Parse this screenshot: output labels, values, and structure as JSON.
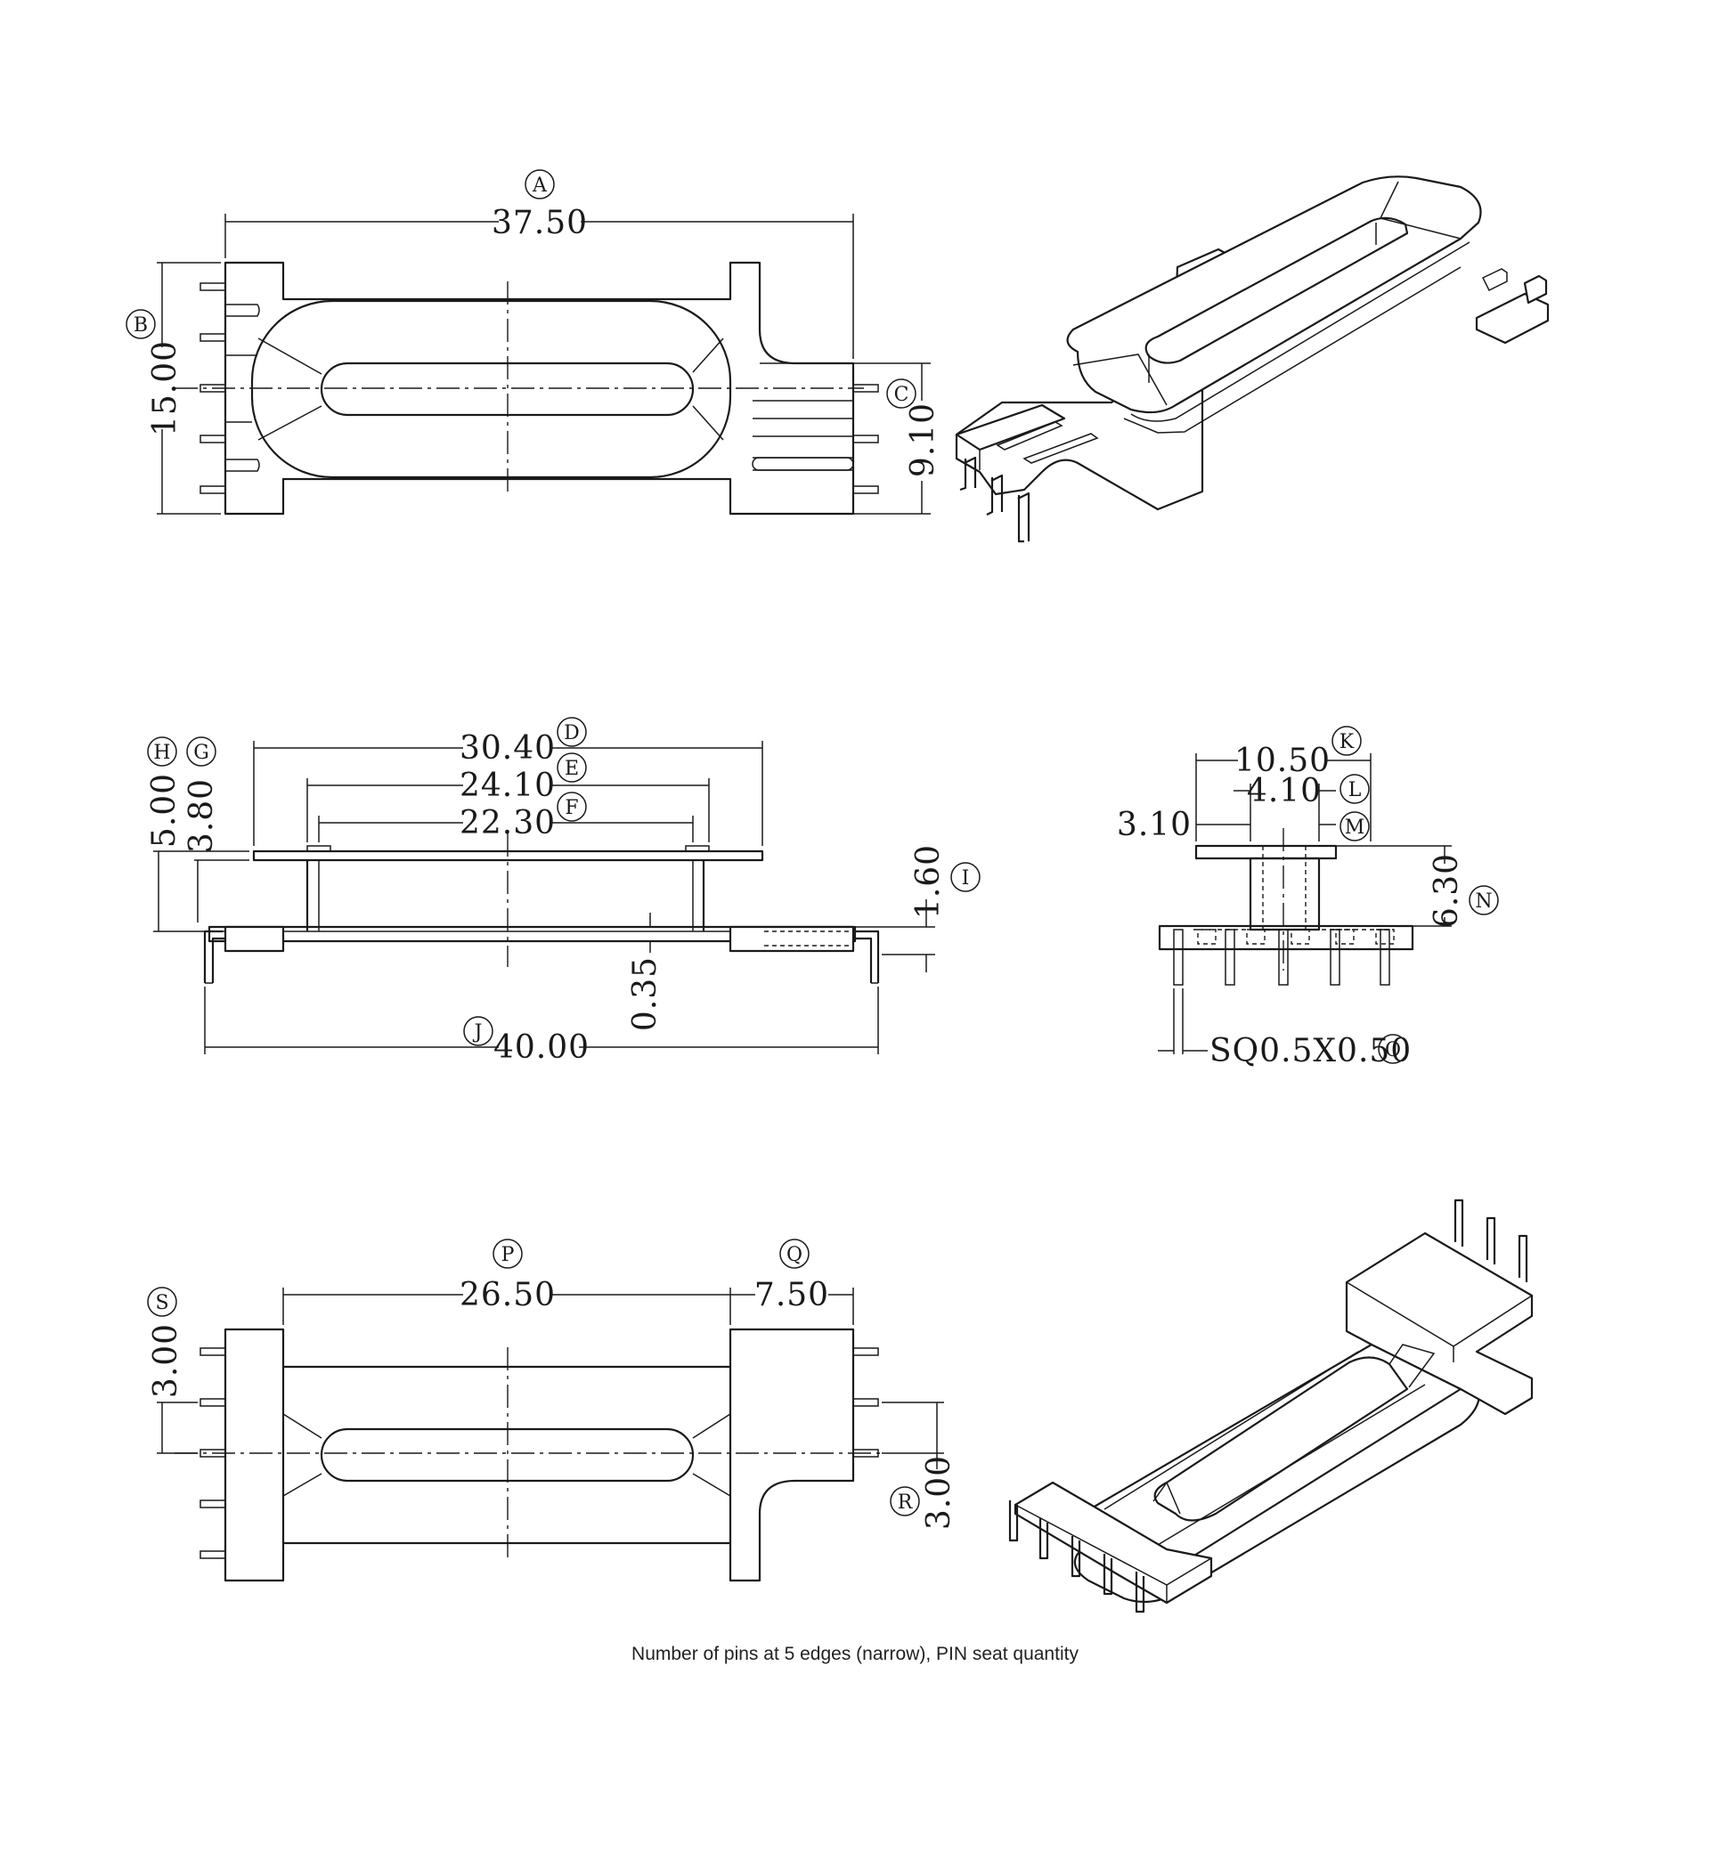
{
  "caption": "Number of pins at 5 edges (narrow), PIN seat quantity",
  "top_view": {
    "A": {
      "letter": "A",
      "value": "37.50"
    },
    "B": {
      "letter": "B",
      "value": "15.00"
    },
    "C": {
      "letter": "C",
      "value": "9.10"
    }
  },
  "side_view": {
    "H": {
      "letter": "H",
      "value": "5.00"
    },
    "G": {
      "letter": "G",
      "value": "3.80"
    },
    "D": {
      "letter": "D",
      "value": "30.40"
    },
    "E": {
      "letter": "E",
      "value": "24.10"
    },
    "F": {
      "letter": "F",
      "value": "22.30"
    },
    "I": {
      "letter": "I",
      "value": "1.60"
    },
    "gap": {
      "value": "0.35"
    },
    "J": {
      "letter": "J",
      "value": "40.00"
    }
  },
  "end_view": {
    "K": {
      "letter": "K",
      "value": "10.50"
    },
    "L": {
      "letter": "L",
      "value": "4.10"
    },
    "M": {
      "letter": "M",
      "value": "3.10"
    },
    "N": {
      "letter": "N",
      "value": "6.30"
    },
    "O": {
      "letter": "O",
      "value": "SQ0.5X0.50"
    }
  },
  "bottom_view": {
    "P": {
      "letter": "P",
      "value": "26.50"
    },
    "Q": {
      "letter": "Q",
      "value": "7.50"
    },
    "S": {
      "letter": "S",
      "value": "3.00"
    },
    "R": {
      "letter": "R",
      "value": "3.00"
    }
  }
}
